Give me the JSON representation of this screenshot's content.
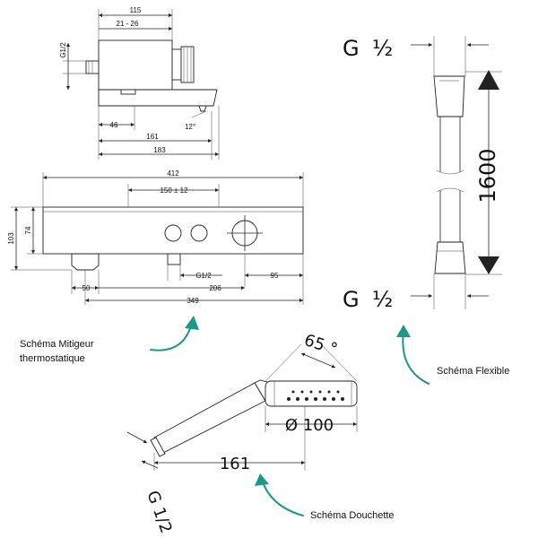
{
  "captions": {
    "mixer_line1": "Schéma Mitigeur",
    "mixer_line2": "thermostatique",
    "flexible": "Schéma Flexible",
    "shower": "Schéma Douchette"
  },
  "mixer_side": {
    "width_115": "115",
    "depth_21_26": "21 - 26",
    "thread": "G1/2",
    "d46": "46",
    "angle": "12°",
    "d161": "161",
    "d183": "183"
  },
  "mixer_front": {
    "d412": "412",
    "d150": "150 ± 12",
    "h103": "103",
    "h74": "74",
    "thread": "G1/2",
    "d95": "95",
    "d50": "50",
    "d206": "206",
    "d349": "349"
  },
  "flexible": {
    "thread_top_g": "G",
    "thread_top_frac": "½",
    "length": "1600",
    "thread_bot_g": "G",
    "thread_bot_frac": "½"
  },
  "shower": {
    "angle": "65 °",
    "diameter": "Ø 100",
    "length": "161",
    "thread": "G 1/2"
  },
  "colors": {
    "accent": "#1a9a87",
    "line": "#222222"
  }
}
